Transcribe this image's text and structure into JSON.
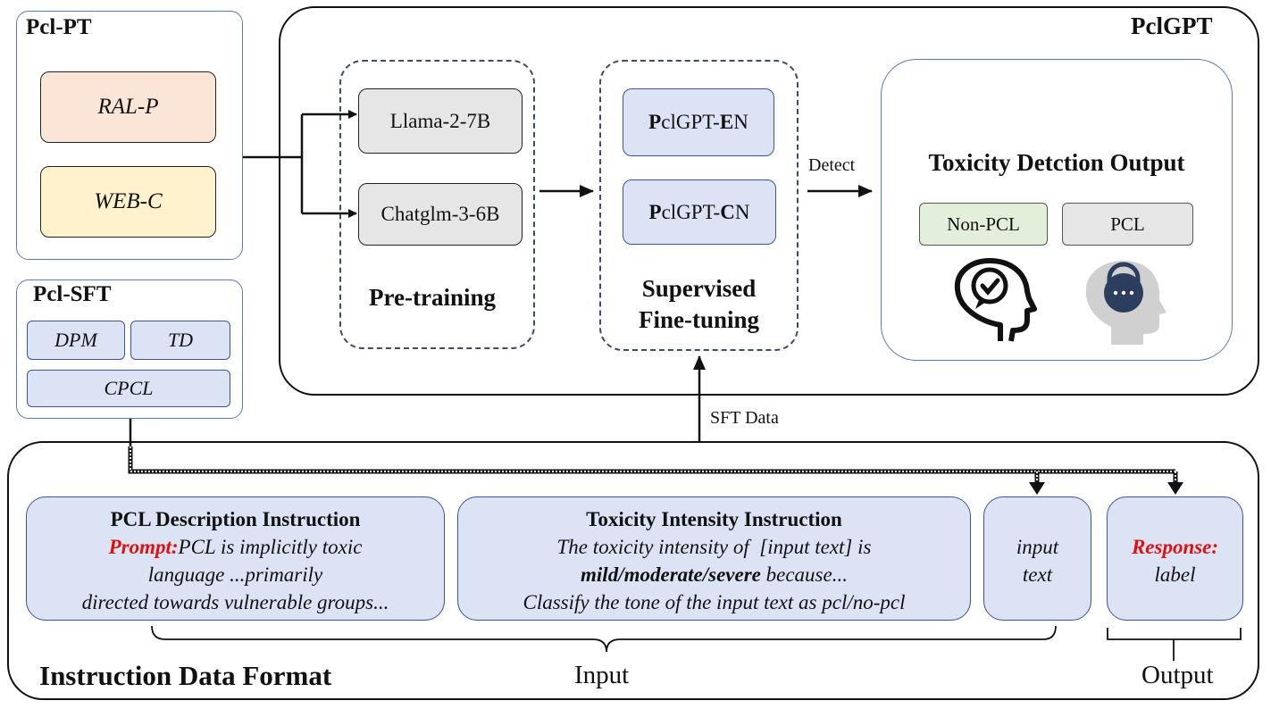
{
  "pclpt": {
    "title": "Pcl-PT",
    "item1": "RAL-P",
    "item2": "WEB-C"
  },
  "pclsft": {
    "title": "Pcl-SFT",
    "item1": "DPM",
    "item2": "TD",
    "item3": "CPCL"
  },
  "pclgpt": {
    "title": "PclGPT",
    "model1": "Llama-2-7B",
    "model2": "Chatglm-3-6B",
    "pretraining": "Pre-training",
    "en": {
      "a": "P",
      "b": "clGPT-",
      "c": "E",
      "d": "N"
    },
    "cn": {
      "a": "P",
      "b": "clGPT-",
      "c": "C",
      "d": "N"
    },
    "sft_line1": "Supervised",
    "sft_line2": "Fine-tuning",
    "detect": "Detect",
    "output_title": "Toxicity Detction Output",
    "label_nonpcl": "Non-PCL",
    "label_pcl": "PCL"
  },
  "sft_data": "SFT Data",
  "format": {
    "title": "Instruction Data Format",
    "desc": {
      "heading": "PCL Description Instruction",
      "prompt_label": "Prompt:",
      "line1": "PCL is implicitly toxic",
      "line2": "language ...primarily",
      "line3": "directed towards vulnerable groups..."
    },
    "tox": {
      "heading": "Toxicity Intensity Instruction",
      "line1": "The toxicity intensity of  [input text] is",
      "line2_bold": "mild/moderate/severe",
      "line2_rest": " because...",
      "line3": "Classify the tone of the input text as pcl/no-pcl"
    },
    "input_text": {
      "line1": "input",
      "line2": "text"
    },
    "response": {
      "label": "Response:",
      "value": "label"
    },
    "input_label": "Input",
    "output_label": "Output"
  },
  "colors": {
    "ralp_fill": "#fbe5d6",
    "webc_fill": "#fff2cc",
    "gray_fill": "#e6e6e6",
    "blue_fill": "#dbe3f4",
    "green_fill": "#e2efda",
    "panel_border": "#5a7ab5",
    "red_text": "#e01010"
  },
  "icons": [
    "head-check-icon",
    "head-lock-icon",
    "arrow-icon"
  ]
}
